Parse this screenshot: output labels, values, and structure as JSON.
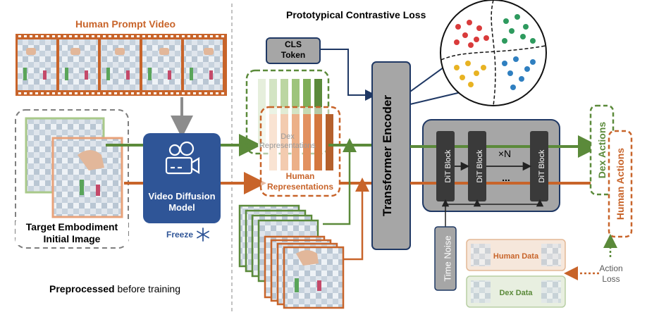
{
  "title_human_prompt": "Human Prompt Video",
  "title_contrastive": "Prototypical Contrastive Loss",
  "target_embodiment": [
    "Target Embodiment",
    "Initial Image"
  ],
  "preprocessed_bold": "Preprocessed",
  "preprocessed_rest": " before training",
  "video_diffusion": [
    "Video Diffusion",
    "Model"
  ],
  "freeze_label": "Freeze",
  "cls_token": [
    "CLS",
    "Token"
  ],
  "dex_representations": [
    "Dex",
    "Representations"
  ],
  "human_representations": [
    "Human",
    "Representations"
  ],
  "transformer_encoder": "Transformer Encoder",
  "dit_block": "DiT Block",
  "times_n": "×N",
  "ellipsis": "...",
  "time_noise": "Time Noise",
  "dex_actions": "Dex Actions",
  "human_actions": "Human Actions",
  "human_data": "Human Data",
  "dex_data": "Dex Data",
  "action_loss": [
    "Action",
    "Loss"
  ],
  "colors": {
    "orange": "#c8642a",
    "green": "#5b8a3a",
    "navy": "#1f3864",
    "blue_model": "#2f5597",
    "gray_box": "#a6a6a6",
    "dark_panel": "#3a3a3a"
  },
  "clusters": [
    {
      "color": "#d93b3b"
    },
    {
      "color": "#2e9a5e"
    },
    {
      "color": "#e8b323"
    },
    {
      "color": "#2f7fc0"
    }
  ]
}
